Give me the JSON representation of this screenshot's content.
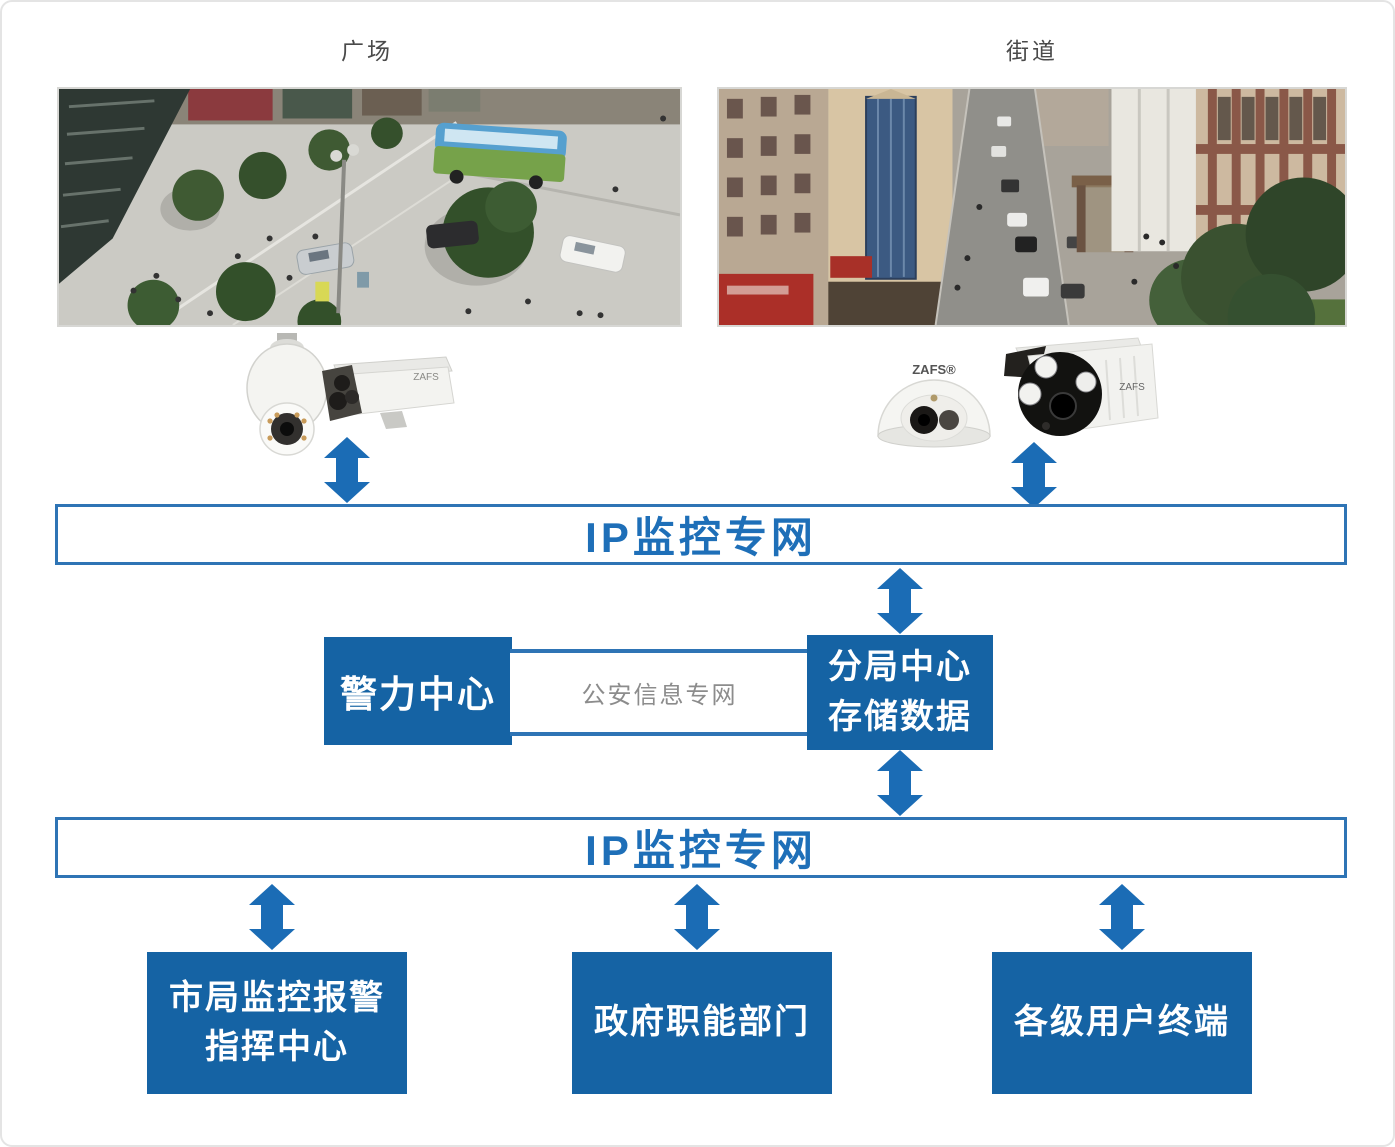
{
  "scenes": [
    {
      "label": "广场"
    },
    {
      "label": "街道"
    }
  ],
  "camera_brand": "ZAFS",
  "camera_brand_reg": "ZAFS®",
  "network_bar_top": {
    "label": "IP监控专网"
  },
  "network_bar_bottom": {
    "label": "IP监控专网"
  },
  "middle_row": {
    "police_center": {
      "label": "警力中心"
    },
    "connector": {
      "label": "公安信息专网"
    },
    "branch_center": {
      "line1": "分局中心",
      "line2": "存储数据"
    }
  },
  "terminals": [
    {
      "line1": "市局监控报警",
      "line2": "指挥中心"
    },
    {
      "line1": "政府职能部门"
    },
    {
      "line1": "各级用户终端"
    }
  ],
  "colors": {
    "box_blue": "#1563a4",
    "arrow_blue": "#1b6cb5",
    "bar_border_blue": "#2e74b5",
    "bar_text_blue": "#1e6fb8",
    "scene_label_gray": "#4a4a4a",
    "connector_text_gray": "#8c8c8c"
  }
}
